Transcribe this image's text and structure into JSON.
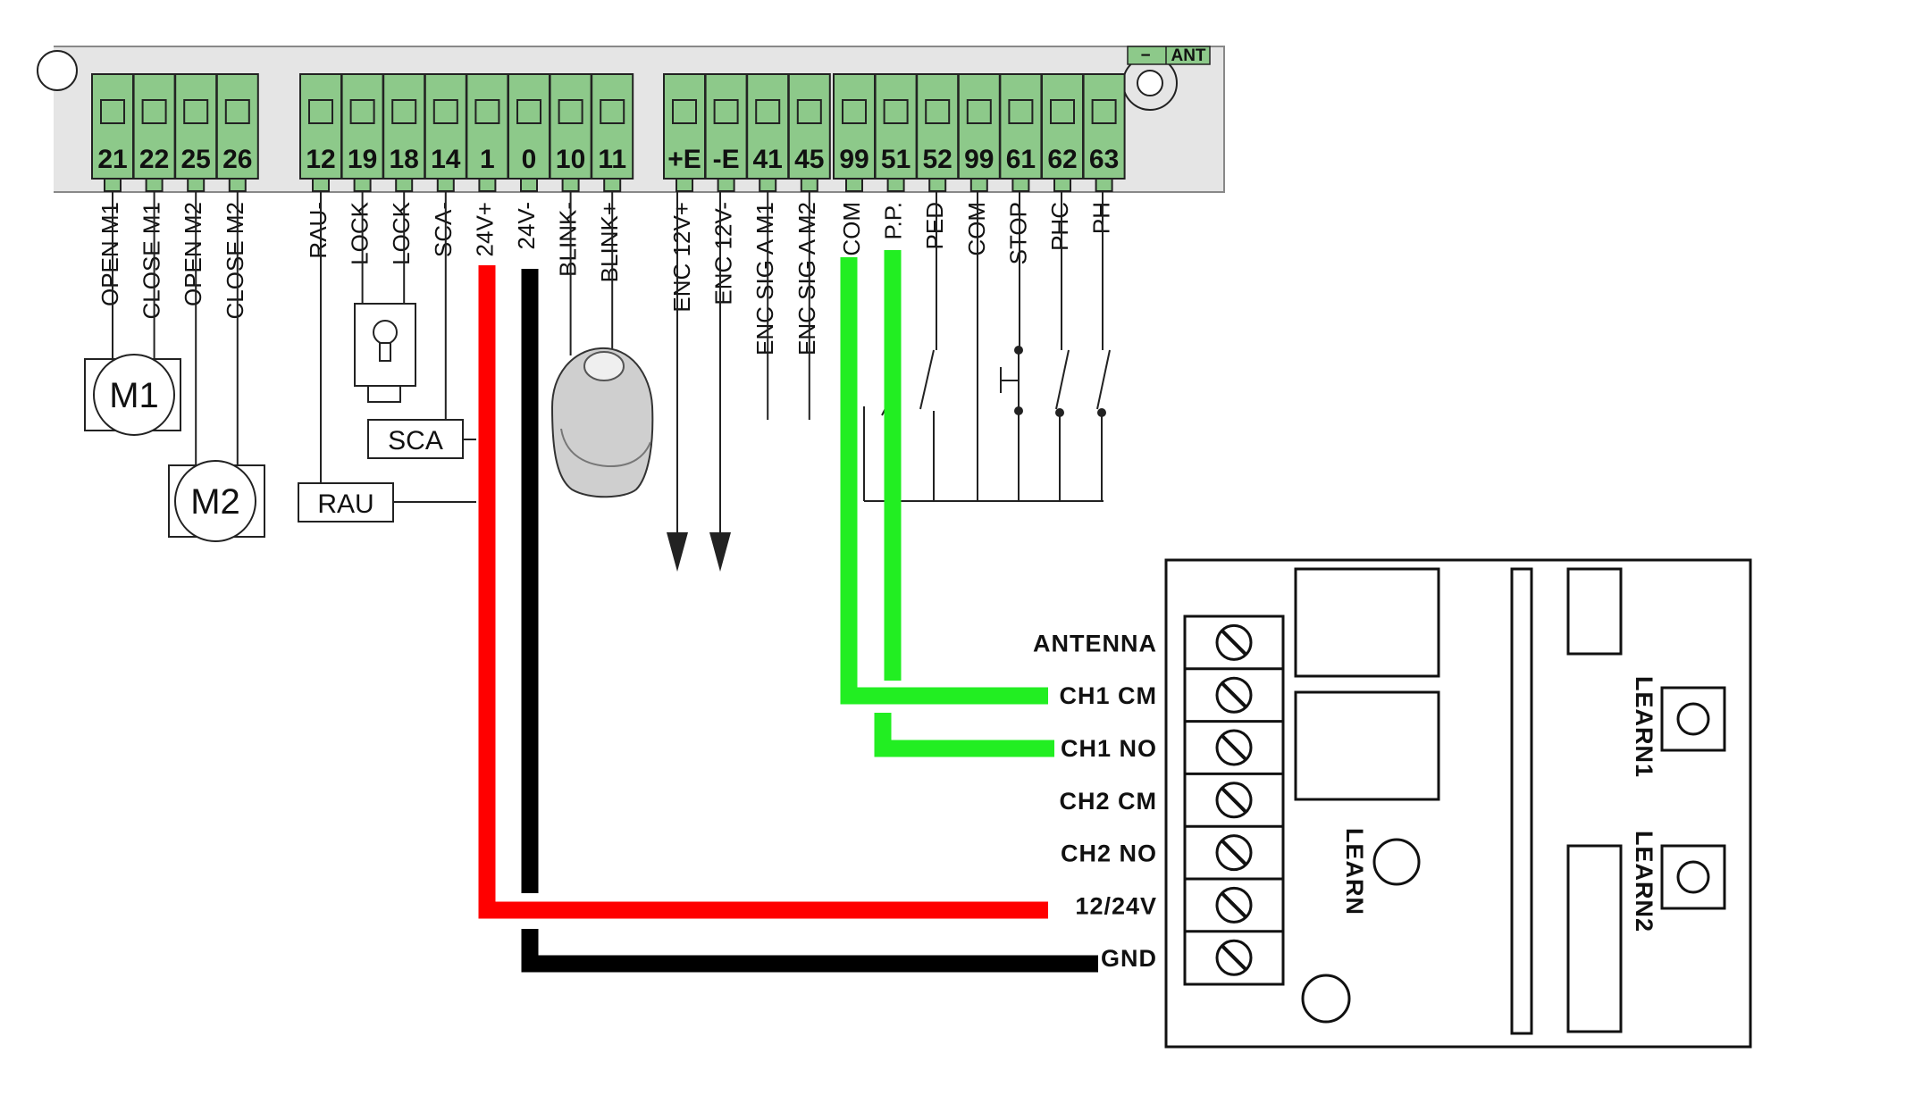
{
  "terminal_groups": [
    {
      "id": "motor",
      "terminals": [
        "21",
        "22",
        "25",
        "26"
      ],
      "labels": [
        "OPEN M1",
        "CLOSE M1",
        "OPEN M2",
        "CLOSE M2"
      ]
    },
    {
      "id": "aux",
      "terminals": [
        "12",
        "19",
        "18",
        "14",
        "1",
        "0",
        "10",
        "11"
      ],
      "labels": [
        "RAU-",
        "LOCK",
        "LOCK",
        "SCA-",
        "24V+",
        "24V-",
        "BLINK-",
        "BLINK+"
      ]
    },
    {
      "id": "encoder",
      "terminals": [
        "+E",
        "-E",
        "41",
        "45"
      ],
      "labels": [
        "ENC 12V+",
        "ENC 12V-",
        "ENC SIG A M1",
        "ENC SIG A M2"
      ]
    },
    {
      "id": "inputs",
      "terminals": [
        "99",
        "51",
        "52",
        "99",
        "61",
        "62",
        "63"
      ],
      "labels": [
        "COM",
        "P.P.",
        "PED",
        "COM",
        "STOP",
        "PHC",
        "PH"
      ]
    }
  ],
  "antenna_label": "ANT",
  "antenna_sign": "−",
  "motors": [
    "M1",
    "M2"
  ],
  "devices": {
    "sca": "SCA",
    "rau": "RAU"
  },
  "receiver": {
    "terminal_labels": [
      "ANTENNA",
      "CH1 CM",
      "CH1 NO",
      "CH2 CM",
      "CH2 NO",
      "12/24V",
      "GND"
    ],
    "learn": "LEARN",
    "learn1": "LEARN1",
    "learn2": "LEARN2"
  },
  "colors": {
    "terminal_green": "#8dc98a",
    "board_grey": "#e5e5e5",
    "wire_red": "#ff0000",
    "wire_black": "#000000",
    "wire_green": "#22ee22"
  }
}
